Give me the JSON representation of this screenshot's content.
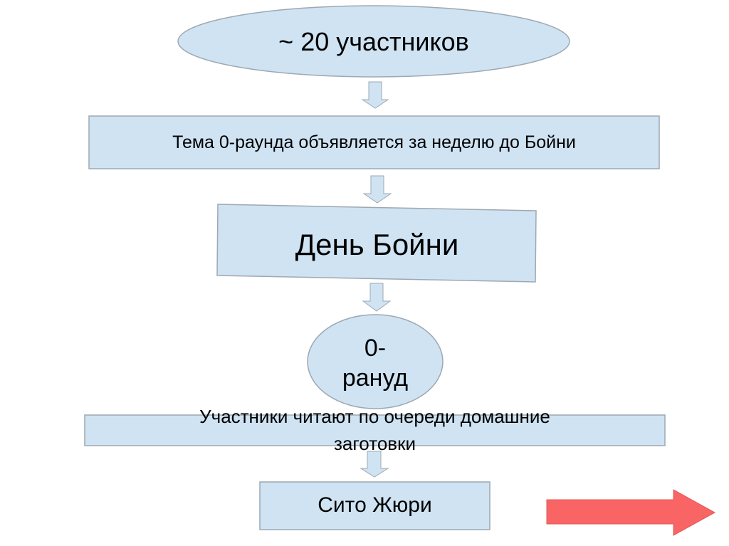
{
  "colors": {
    "node_fill": "#cfe3f3",
    "node_stroke": "#9ea8b1",
    "next_arrow": "#f96565"
  },
  "nodes": {
    "participants": "~ 20 участников",
    "theme": "Тема 0-раунда объявляется за неделю до Бойни",
    "battle_day": "День Бойни",
    "round_line1": "0-",
    "round_line2": "рануд",
    "reading_line1": "Участники читают по очереди домашние",
    "reading_line2": "заготовки",
    "jury": "Сито Жюри"
  }
}
